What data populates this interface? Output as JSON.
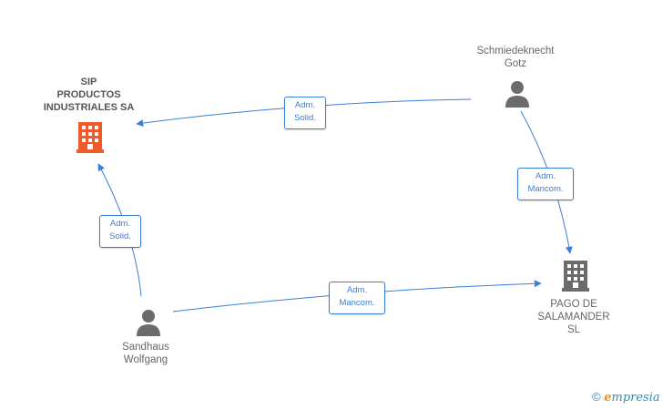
{
  "nodes": {
    "sip": {
      "lines": [
        "SIP",
        "PRODUCTOS",
        "INDUSTRIALES SA"
      ],
      "icon": "building-icon",
      "color": "#f05a28"
    },
    "schmiede": {
      "lines": [
        "Schmiedeknecht",
        "Gotz"
      ],
      "icon": "person-icon",
      "color": "#6b6b6b"
    },
    "pago": {
      "lines": [
        "PAGO DE",
        "SALAMANDER",
        "SL"
      ],
      "icon": "building-icon",
      "color": "#6b6b6b"
    },
    "sandhaus": {
      "lines": [
        "Sandhaus",
        "Wolfgang"
      ],
      "icon": "person-icon",
      "color": "#6b6b6b"
    }
  },
  "edges": [
    {
      "from": "schmiede",
      "to": "sip",
      "lines": [
        "Adm.",
        "Solid."
      ]
    },
    {
      "from": "schmiede",
      "to": "pago",
      "lines": [
        "Adm.",
        "Mancom."
      ]
    },
    {
      "from": "sandhaus",
      "to": "sip",
      "lines": [
        "Adm.",
        "Solid."
      ]
    },
    {
      "from": "sandhaus",
      "to": "pago",
      "lines": [
        "Adm.",
        "Mancom."
      ]
    }
  ],
  "footer": {
    "copyright": "©",
    "brand_first": "e",
    "brand_rest": "mpresia"
  },
  "colors": {
    "edge": "#3a7fd5",
    "accent": "#f05a28",
    "icon": "#6b6b6b"
  }
}
